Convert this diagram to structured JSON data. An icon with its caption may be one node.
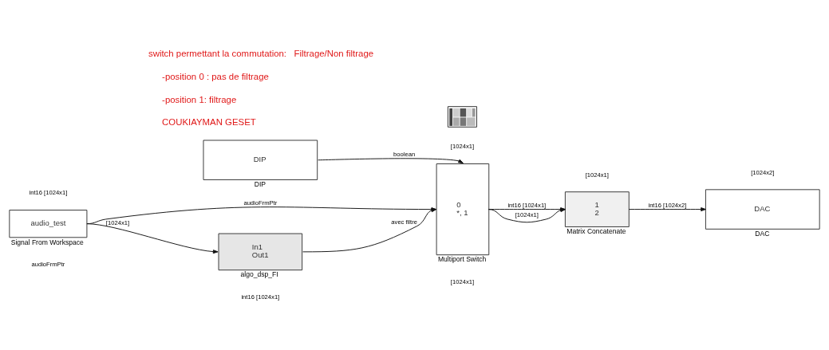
{
  "diagram": {
    "nodes": [
      {
        "text": [],
        "shape": "picture"
      },
      {
        "text": [
          "DIP"
        ],
        "beside": [
          "DIP"
        ]
      },
      {
        "text": [
          "0",
          "*, 1"
        ],
        "beside": [
          "Multiport Switch"
        ]
      },
      {
        "text": [
          "1",
          "2"
        ],
        "beside": [
          "Matrix Concatenate"
        ]
      },
      {
        "text": [
          "DAC"
        ],
        "beside": [
          "DAC"
        ]
      },
      {
        "text": [
          "audio_test"
        ],
        "beside": [
          "Signal From Workspace"
        ]
      },
      {
        "text": [
          "In1",
          "Out1"
        ],
        "beside": [
          "algo_dsp_FI"
        ]
      }
    ],
    "edges": [
      {
        "from": 1,
        "to": 2,
        "arrow": "to",
        "label": "boolean"
      },
      {
        "from": 5,
        "to": 2,
        "arrow": "to",
        "label": "audioFrmPtr"
      },
      {
        "from": 6,
        "to": 2,
        "arrow": "to",
        "label": "avec filtre"
      },
      {
        "from": 2,
        "to": 3,
        "arrow": "to",
        "label": "int16 [1024x1]"
      },
      {
        "from": 2,
        "to": 3,
        "arrow": "to",
        "label": "[1024x1]"
      },
      {
        "from": 3,
        "to": 4,
        "arrow": "to",
        "label": "int16 [1024x2]"
      },
      {
        "from": 5,
        "to": 6,
        "arrow": "to",
        "label": "[1024x1]"
      }
    ],
    "labels": [
      "switch permettant la commutation:   Filtrage/Non filtrage",
      "-position 0 : pas de filtrage",
      "-position 1: filtrage",
      "COUKIAYMAN GESET",
      "[1024x1]",
      "[1024x1]",
      "[1024x2]",
      "[1024x1]",
      "int16 [1024x1]",
      "int16 [1024x1]",
      "audioFrmPtr"
    ]
  }
}
